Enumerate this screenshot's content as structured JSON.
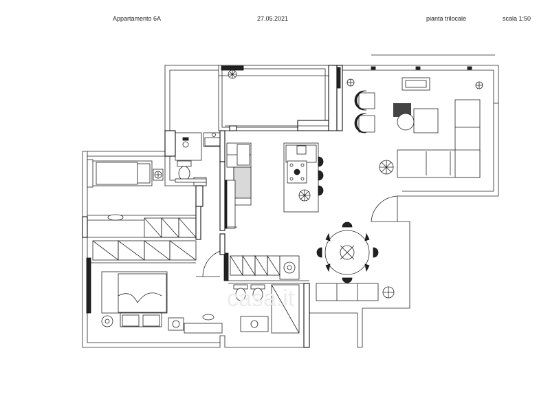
{
  "header": {
    "title": "Appartamento 6A",
    "date": "27.05.2021",
    "plan_type": "pianta trilocale",
    "scale": "scala 1:50"
  },
  "watermark": "casa.it",
  "colors": {
    "line": "#111111",
    "fill": "#ffffff",
    "furniture_grey": "#d9d9d9"
  }
}
